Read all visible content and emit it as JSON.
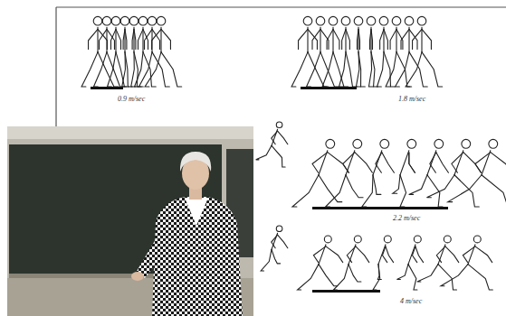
{
  "diagram": {
    "labels": [
      "0.9 m/sec",
      "1.8 m/sec",
      "2.2 m/sec",
      "4 m/sec"
    ]
  }
}
